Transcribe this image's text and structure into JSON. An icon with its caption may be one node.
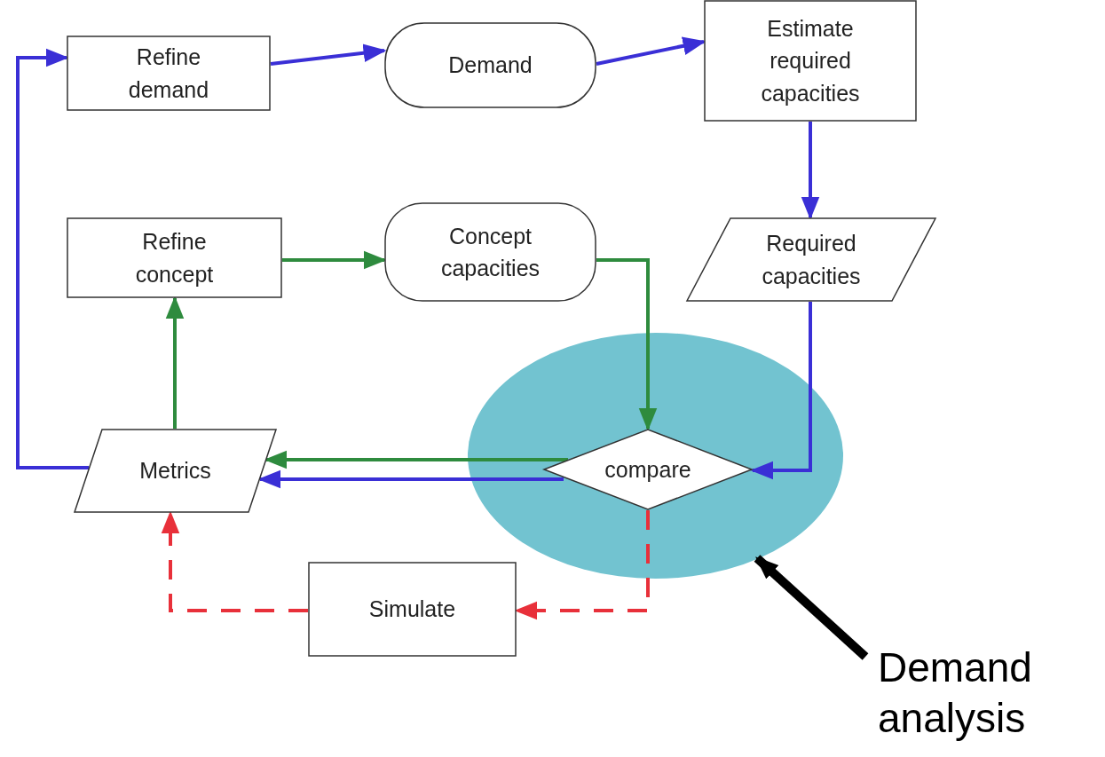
{
  "diagram": {
    "nodes": [
      {
        "text": [
          "Refine demand"
        ]
      },
      {
        "text": [
          "Demand"
        ]
      },
      {
        "text": [
          "Estimate required capacities"
        ]
      },
      {
        "text": [
          "Refine concept"
        ]
      },
      {
        "text": [
          "Concept capacities"
        ]
      },
      {
        "text": [
          "Required capacities"
        ]
      },
      {
        "text": [],
        "shape": "ellipse"
      },
      {
        "text": [
          "compare"
        ],
        "in": 6
      },
      {
        "text": [
          "Metrics"
        ]
      },
      {
        "text": [
          "Simulate"
        ]
      },
      {
        "text": [
          "Demand analysis"
        ]
      }
    ],
    "edges": [
      {
        "from": 0,
        "to": 1,
        "arrow": "to"
      },
      {
        "from": 1,
        "to": 2,
        "arrow": "to"
      },
      {
        "from": 2,
        "to": 5,
        "arrow": "to"
      },
      {
        "from": 5,
        "to": 7,
        "arrow": "to"
      },
      {
        "from": 3,
        "to": 4,
        "arrow": "to",
        "color": "#2e8b3e"
      },
      {
        "from": 4,
        "to": 7,
        "arrow": "to",
        "color": "#2e8b3e"
      },
      {
        "from": 7,
        "to": 8,
        "arrow": "to",
        "color": "#2e8b3e"
      },
      {
        "from": 7,
        "to": 8,
        "arrow": "to"
      },
      {
        "from": 8,
        "to": 3,
        "arrow": "to",
        "color": "#2e8b3e"
      },
      {
        "from": 8,
        "to": 0,
        "arrow": "to"
      },
      {
        "from": 7,
        "to": 9,
        "arrow": "to",
        "style": "dashed",
        "color": "#e8303a"
      },
      {
        "from": 9,
        "to": 8,
        "arrow": "to",
        "style": "dashed",
        "color": "#e8303a"
      },
      {
        "from": 10,
        "to": 6,
        "arrow": "to",
        "style": "thick",
        "color": "#000000"
      }
    ]
  }
}
